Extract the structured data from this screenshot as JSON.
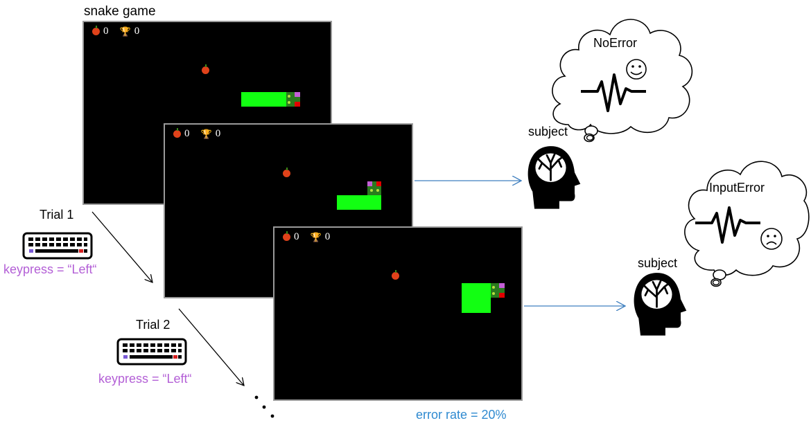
{
  "title": "snake game",
  "trial1": {
    "label": "Trial 1",
    "keypress": "keypress = “Left“"
  },
  "trial2": {
    "label": "Trial 2",
    "keypress": "keypress = “Left“"
  },
  "error_rate": "error rate = 20%",
  "subject1": {
    "label": "subject",
    "thought": "NoError"
  },
  "subject2": {
    "label": "subject",
    "thought": "InputError"
  },
  "hud": {
    "apples": "0",
    "trophies": "0"
  },
  "colors": {
    "arrow_blue": "#3f7fbf",
    "keypress_purple": "#b35fd6",
    "error_rate_blue": "#2f8ad0",
    "snake_green": "#12ff12"
  },
  "icons": [
    "keyboard-icon",
    "brain-head-icon",
    "thought-cloud-icon",
    "smiley-icon",
    "sad-face-icon",
    "eeg-wave-icon",
    "apple-icon",
    "trophy-icon"
  ]
}
